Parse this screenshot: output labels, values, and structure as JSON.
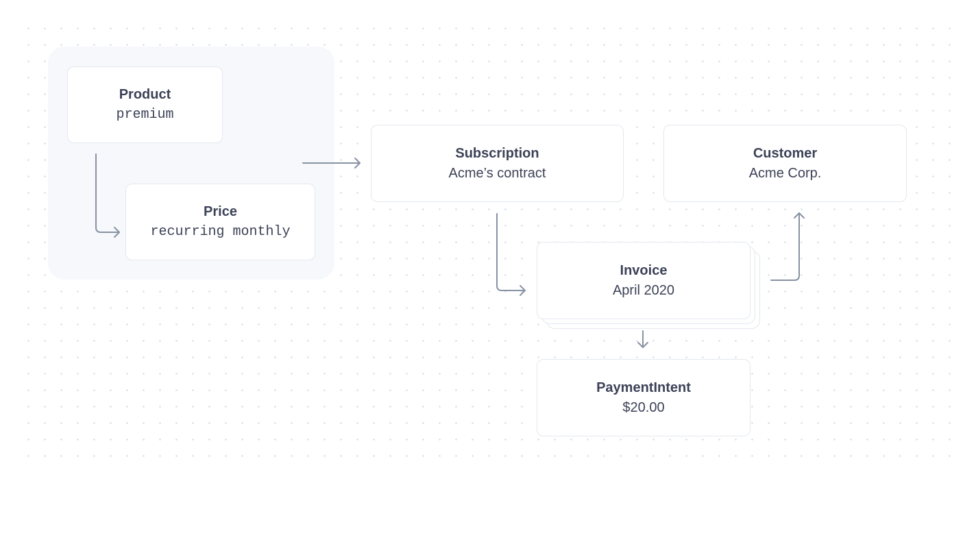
{
  "nodes": {
    "product": {
      "title": "Product",
      "subtitle": "premium"
    },
    "price": {
      "title": "Price",
      "subtitle": "recurring monthly"
    },
    "subscription": {
      "title": "Subscription",
      "subtitle": "Acme’s contract"
    },
    "customer": {
      "title": "Customer",
      "subtitle": "Acme Corp."
    },
    "invoice": {
      "title": "Invoice",
      "subtitle": "April 2020"
    },
    "payment_intent": {
      "title": "PaymentIntent",
      "subtitle": "$20.00"
    }
  },
  "colors": {
    "background": "#ffffff",
    "dot": "#d9dee5",
    "group_background": "#f6f8fb",
    "card_border": "#e3e8ee",
    "arrow": "#8792a2",
    "text": "#3c4257"
  }
}
